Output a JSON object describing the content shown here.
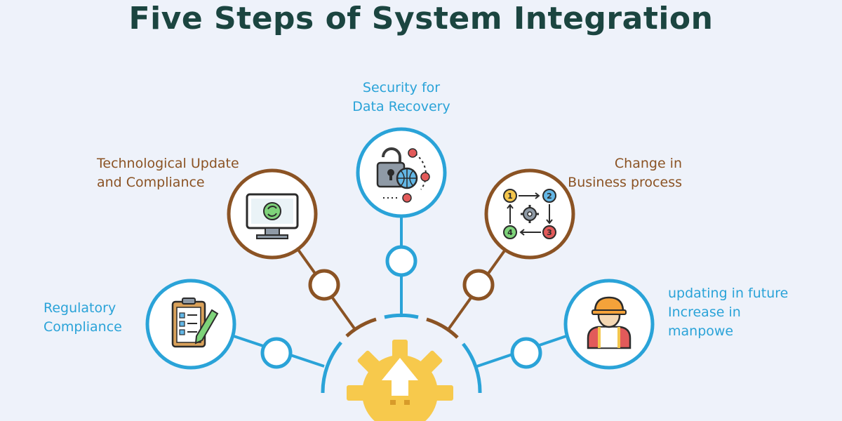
{
  "title": "Five Steps of System Integration",
  "steps": [
    {
      "id": "security",
      "label": "Security for\nData Recovery",
      "icon": "lock-globe-icon"
    },
    {
      "id": "tech",
      "label": "Technological Update\nand Compliance",
      "icon": "monitor-refresh-icon"
    },
    {
      "id": "change",
      "label": "Change in\nBusiness process",
      "icon": "process-flow-icon"
    },
    {
      "id": "regulatory",
      "label": "Regulatory\nCompliance",
      "icon": "clipboard-checklist-icon"
    },
    {
      "id": "future",
      "label": "updating in future\nIncrease in\nmanpowe",
      "icon": "worker-icon"
    }
  ],
  "center_icon": "gear-arrow-up-icon",
  "colors": {
    "title": "#1b4540",
    "blue": "#2aa3d8",
    "brown": "#8b5324",
    "gear": "#f7c94c",
    "background": "#eef2fa"
  }
}
